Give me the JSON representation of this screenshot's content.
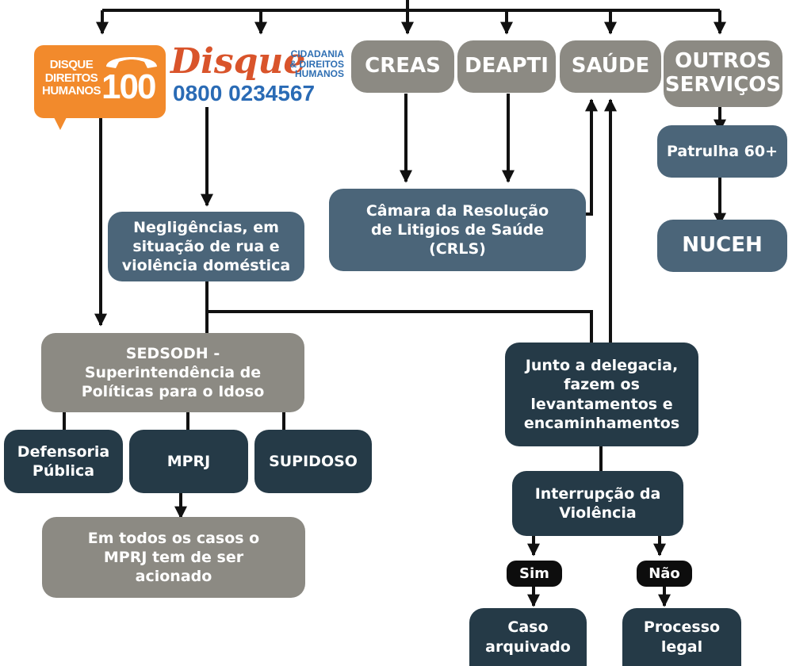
{
  "logos": {
    "disque100": {
      "text": "DISQUE\nDIREITOS\nHUMANOS",
      "number": "100",
      "icon": "telephone-icon",
      "color": "#f28a2c"
    },
    "disque_cidadania": {
      "script": "Disque",
      "org": "CIDADANIA\n& DIREITOS\nHUMANOS",
      "phone": "0800 0234567"
    }
  },
  "nodes": {
    "creas": "CREAS",
    "deapti": "DEAPTI",
    "saude": "SAÚDE",
    "outros": "OUTROS\nSERVIÇOS",
    "patrulha": "Patrulha 60+",
    "nuceh": "NUCEH",
    "crls": "Câmara da Resolução\nde Litigios de Saúde\n(CRLS)",
    "negligencias": "Negligências, em\nsituação de rua e\nviolência doméstica",
    "sedsodh": "SEDSODH -\nSuperintendência de\nPolíticas para o Idoso",
    "defensoria": "Defensoria\nPública",
    "mprj": "MPRJ",
    "supidoso": "SUPIDOSO",
    "em_todos": "Em todos os casos o\nMPRJ tem de ser\nacionado",
    "delegacia": "Junto a delegacia,\nfazem os\nlevantamentos e\nencaminhamentos",
    "interrupcao": "Interrupção da\nViolência",
    "sim": "Sim",
    "nao": "Não",
    "caso_arquivado": "Caso\narquivado",
    "processo_legal": "Processo\nlegal"
  },
  "colors": {
    "grey": "#8c8a83",
    "blue": "#4b6579",
    "dark": "#253a47",
    "black": "#0d0d0d",
    "orange": "#f28a2c",
    "line": "#111111"
  }
}
